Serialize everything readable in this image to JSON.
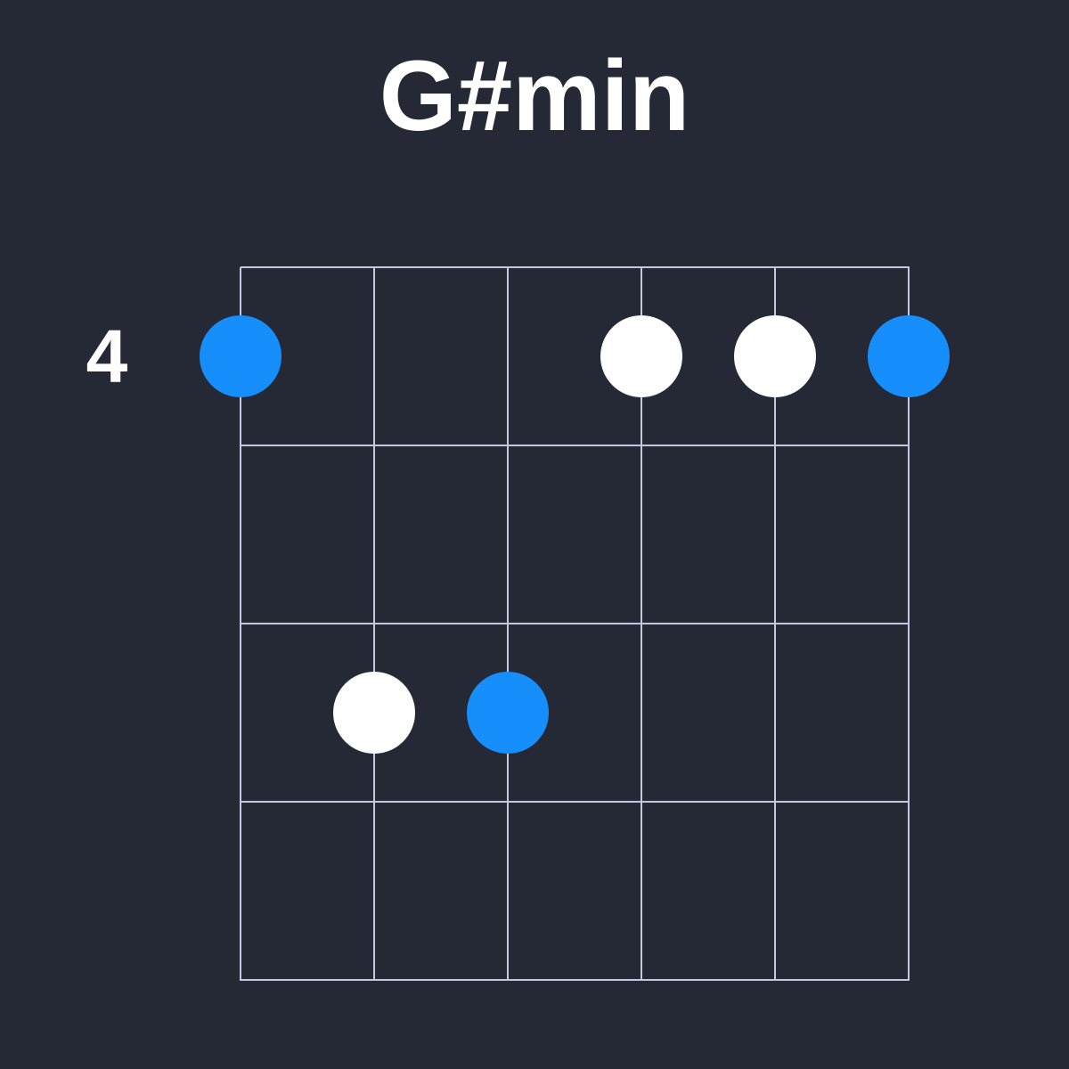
{
  "chord": {
    "name": "G#min",
    "base_fret": "4"
  },
  "colors": {
    "background": "#242935",
    "grid": "#c3c8dc",
    "root_dot": "#168ffd",
    "note_dot": "#ffffff"
  },
  "diagram": {
    "strings": 6,
    "frets_shown": 4,
    "dots": [
      {
        "string": 1,
        "fret_row": 1,
        "type": "root"
      },
      {
        "string": 4,
        "fret_row": 1,
        "type": "note"
      },
      {
        "string": 5,
        "fret_row": 1,
        "type": "note"
      },
      {
        "string": 6,
        "fret_row": 1,
        "type": "root"
      },
      {
        "string": 2,
        "fret_row": 3,
        "type": "note"
      },
      {
        "string": 3,
        "fret_row": 3,
        "type": "root"
      }
    ]
  }
}
